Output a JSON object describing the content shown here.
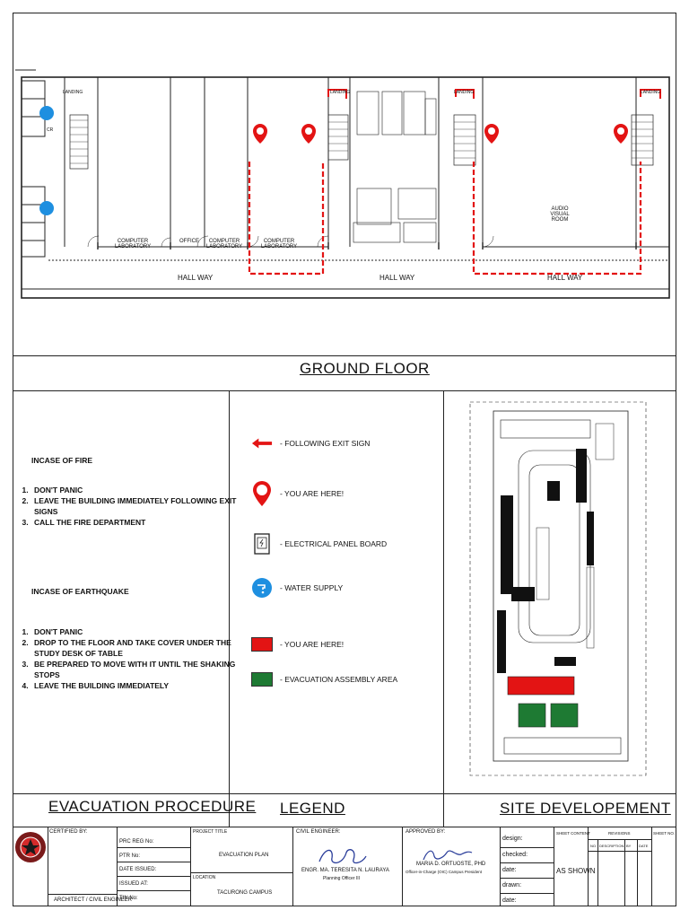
{
  "floor_plan": {
    "rooms": {
      "computer_lab_1": "COMPUTER LABORATORY",
      "office": "OFFICE",
      "computer_lab_2": "COMPUTER LABORATORY",
      "computer_lab_3": "COMPUTER LABORATORY",
      "audio_visual": "AUDIO VISUAL ROOM",
      "landing_1": "LANDING",
      "landing_2": "LANDING",
      "landing_3": "LANDING",
      "landing_4": "LANDING",
      "hallway_1": "HALL WAY",
      "hallway_2": "HALL WAY",
      "hallway_3": "HALL WAY",
      "cr": "CR"
    },
    "title": "GROUND FLOOR"
  },
  "procedure": {
    "title": "EVACUATION PROCEDURE",
    "fire_heading": "INCASE OF FIRE",
    "fire_steps": [
      "DON'T PANIC",
      "LEAVE THE BUILDING IMMEDIATELY FOLLOWING EXIT SIGNS",
      "CALL THE FIRE DEPARTMENT"
    ],
    "quake_heading": "INCASE OF EARTHQUAKE",
    "quake_steps": [
      "DON'T PANIC",
      "DROP TO THE FLOOR AND TAKE COVER  UNDER THE STUDY DESK OF TABLE",
      "BE PREPARED TO MOVE WITH IT UNTIL THE SHAKING STOPS",
      "LEAVE THE BUILDING IMMEDIATELY"
    ]
  },
  "legend": {
    "title": "LEGEND",
    "items": [
      {
        "icon": "exit-arrow-icon",
        "label": "- FOLLOWING EXIT SIGN"
      },
      {
        "icon": "you-are-here-pin-icon",
        "label": "- YOU ARE HERE!"
      },
      {
        "icon": "electrical-panel-icon",
        "label": "- ELECTRICAL PANEL BOARD"
      },
      {
        "icon": "water-supply-icon",
        "label": "- WATER SUPPLY"
      },
      {
        "icon": "red-square-icon",
        "label": "- YOU ARE HERE!"
      },
      {
        "icon": "green-square-icon",
        "label": "- EVACUATION ASSEMBLY AREA"
      }
    ],
    "colors": {
      "red": "#e31414",
      "green": "#1e7a33",
      "blue": "#1e8fe0"
    }
  },
  "site": {
    "title": "SITE DEVELOPEMENT"
  },
  "title_block": {
    "certified_by": "CERTIFIED BY:",
    "architect": "ARCHITECT / CIVIL ENGINEER",
    "prc_reg": "PRC REG No:",
    "ptr": "PTR No:",
    "date_issued": "DATE ISSUED:",
    "issued_at": "ISSUED AT:",
    "tin": "TIN No:",
    "project_title_label": "PROJECT TITLE",
    "project_title": "EVACUATION PLAN",
    "location_label": "LOCATION",
    "location": "TACURONG CAMPUS",
    "civil_engineer_label": "CIVIL ENGINEER:",
    "civil_engineer_name": "ENGR. MA. TERESITA N. LAURAYA",
    "civil_engineer_role": "Planning Officer III",
    "approved_by_label": "APPROVED BY:",
    "approver_name": "MARIA D. ORTUOSTE, PHD",
    "approver_role": "Officer-in-Charge (OIC) Campus President",
    "design": "design:",
    "checked": "checked:",
    "date": "date:",
    "drawn": "drawn:",
    "date2": "date:",
    "sheet_content": "SHEET CONTENT",
    "sheet_content_value": "AS SHOWN",
    "revisions": "REVISIONS",
    "rev_cols": [
      "NO.",
      "DESCRIPTION",
      "BY",
      "DATE"
    ],
    "sheet_no": "SHEET NO."
  }
}
